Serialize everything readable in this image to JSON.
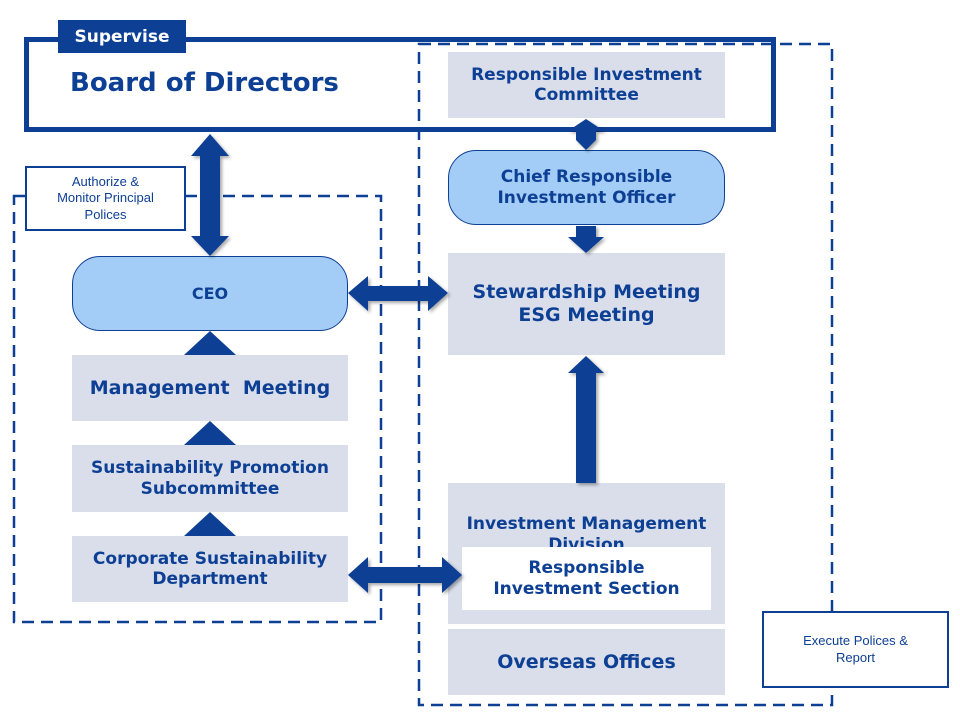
{
  "colors": {
    "primary": "#0d3f94",
    "box_fill": "#d9deea",
    "pill_fill": "#a3cdf6",
    "white": "#ffffff"
  },
  "board": {
    "tag_label": "Supervise",
    "title": "Board of Directors",
    "committee": "Responsible Investment\nCommittee"
  },
  "left_group": {
    "note": "Authorize &\nMonitor Principal\nPolices",
    "ceo": "CEO",
    "management_meeting": "Management  Meeting",
    "sustainability_subcommittee": "Sustainability Promotion\nSubcommittee",
    "corporate_sustainability": "Corporate Sustainability\nDepartment"
  },
  "right_group": {
    "chief_officer": "Chief Responsible\nInvestment Officer",
    "meetings": "Stewardship Meeting\nESG Meeting",
    "investment_division": "Investment Management\nDivision",
    "ri_section": "Responsible\nInvestment Section",
    "overseas": "Overseas Offices",
    "note": "Execute Polices &\nReport"
  }
}
